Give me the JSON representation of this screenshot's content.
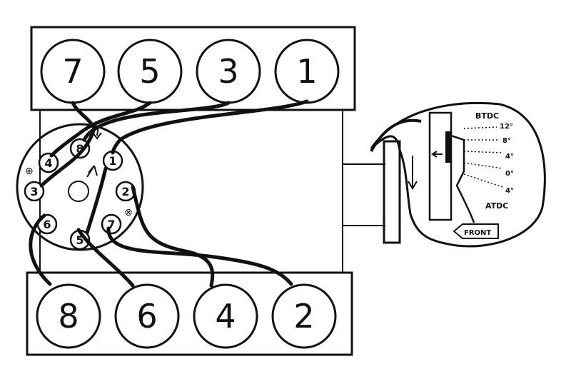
{
  "diagram": {
    "top_bank_cylinders": [
      "7",
      "5",
      "3",
      "1"
    ],
    "bottom_bank_cylinders": [
      "8",
      "6",
      "4",
      "2"
    ],
    "cap_terminals": [
      "1",
      "8",
      "4",
      "3",
      "6",
      "5",
      "7",
      "2"
    ],
    "timing_marks": {
      "top_label": "BTDC",
      "bottom_label": "ATDC",
      "degrees": [
        "12°",
        "8°",
        "4°",
        "0°",
        "4°"
      ],
      "front_label": "FRONT"
    }
  },
  "colors": {
    "ink": "#111111",
    "paper": "#ffffff"
  }
}
